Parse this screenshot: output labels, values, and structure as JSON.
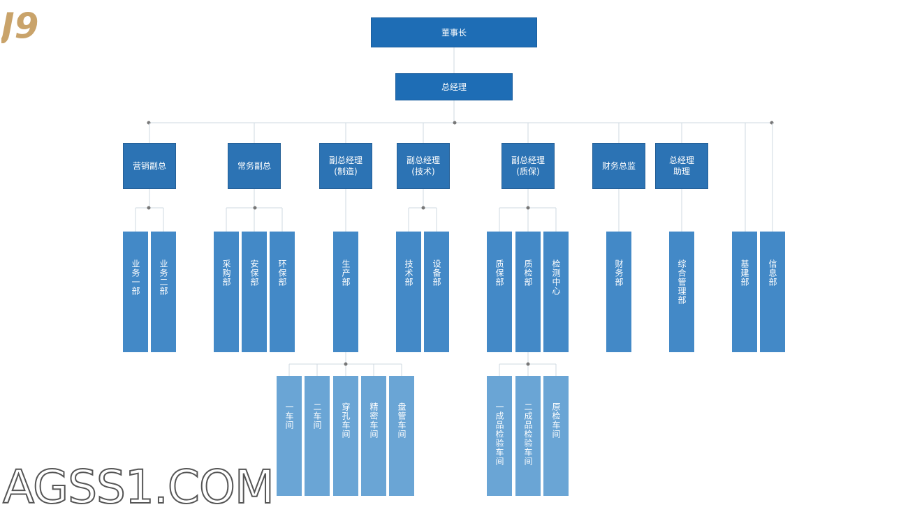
{
  "watermark": {
    "text": "AGSS1.COM"
  },
  "logo": {
    "text": "J9"
  },
  "colors": {
    "top": "#1e6db5",
    "exec": "#2c73b4",
    "dept": "#4389c7",
    "workshop": "#6aa5d5",
    "line": "#cfd8e0",
    "dot": "#777777",
    "logo_gold": "#c9a36a"
  },
  "chart": {
    "chairman": "董事长",
    "gm": "总经理",
    "execs": [
      "营销副总",
      "常务副总",
      "副总经理\n(制造)",
      "副总经理\n(技术)",
      "副总经理\n(质保)",
      "财务总监",
      "总经理\n助理"
    ],
    "depts": [
      "业务一部",
      "业务二部",
      "采购部",
      "安保部",
      "环保部",
      "生产部",
      "技术部",
      "设备部",
      "质保部",
      "质检部",
      "检测中心",
      "财务部",
      "综合管理部",
      "基建部",
      "信息部"
    ],
    "workshops": [
      "一车间",
      "二车间",
      "穿孔车间",
      "精密车间",
      "盘管车间",
      "一成品检验车间",
      "二成品检验车间",
      "原检车间"
    ]
  }
}
